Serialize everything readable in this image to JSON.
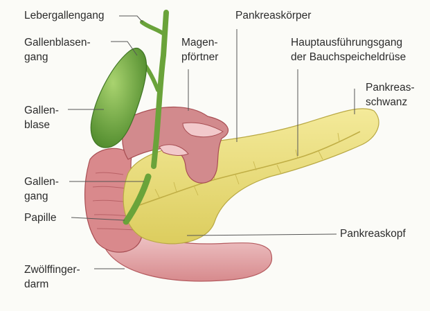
{
  "labels": {
    "lebergallengang": "Lebergallengang",
    "gallenblasengang_1": "Gallenblasen-",
    "gallenblasengang_2": "gang",
    "gallenblase_1": "Gallen-",
    "gallenblase_2": "blase",
    "gallengang_1": "Gallen-",
    "gallengang_2": "gang",
    "papille": "Papille",
    "zwoelffingerdarm_1": "Zwölffinger-",
    "zwoelffingerdarm_2": "darm",
    "magenpfoertner_1": "Magen-",
    "magenpfoertner_2": "pförtner",
    "pankreaskoerper": "Pankreaskörper",
    "hauptausfuehrungsgang_1": "Hauptausführungsgang",
    "hauptausfuehrungsgang_2": "der Bauchspeicheldrüse",
    "pankreasschwanz_1": "Pankreas-",
    "pankreasschwanz_2": "schwanz",
    "pankreaskopf": "Pankreaskopf"
  },
  "colors": {
    "pancreas": "#ece07a",
    "pancreas_shadow": "#cdbd4e",
    "gallbladder": "#7fb24a",
    "gallbladder_dark": "#4f8a2c",
    "duodenum": "#d98a8c",
    "duodenum_dark": "#b45a5e",
    "duodenum_light": "#f0c2c4",
    "leader_line": "#555555",
    "text": "#2b2b2b"
  }
}
